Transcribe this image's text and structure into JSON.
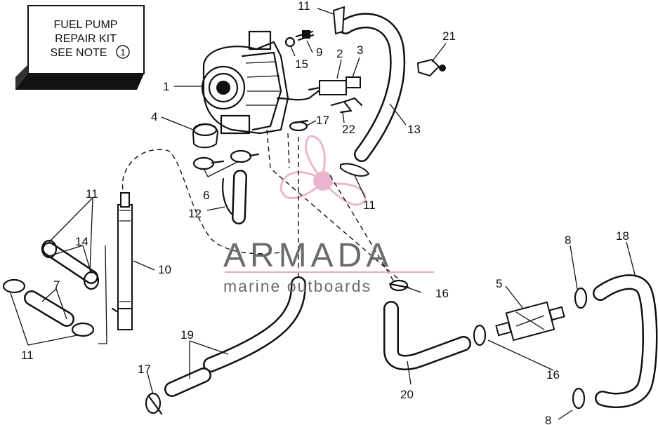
{
  "kit_box": {
    "line1": "FUEL PUMP",
    "line2": "REPAIR KIT",
    "line3": "SEE NOTE",
    "note_number": "1"
  },
  "watermark": {
    "brand": "ARMADA",
    "tagline": "marine outboards",
    "color": "#e8a9c8"
  },
  "callouts": {
    "c1": "1",
    "c2": "2",
    "c3": "3",
    "c4": "4",
    "c5": "5",
    "c6": "6",
    "c7": "7",
    "c8a": "8",
    "c8b": "8",
    "c9": "9",
    "c10": "10",
    "c11a": "11",
    "c11b": "11",
    "c11c": "11",
    "c11d": "11",
    "c12": "12",
    "c13": "13",
    "c14": "14",
    "c15": "15",
    "c16a": "16",
    "c16b": "16",
    "c17a": "17",
    "c17b": "17",
    "c18": "18",
    "c19": "19",
    "c20": "20",
    "c21": "21",
    "c22": "22"
  }
}
